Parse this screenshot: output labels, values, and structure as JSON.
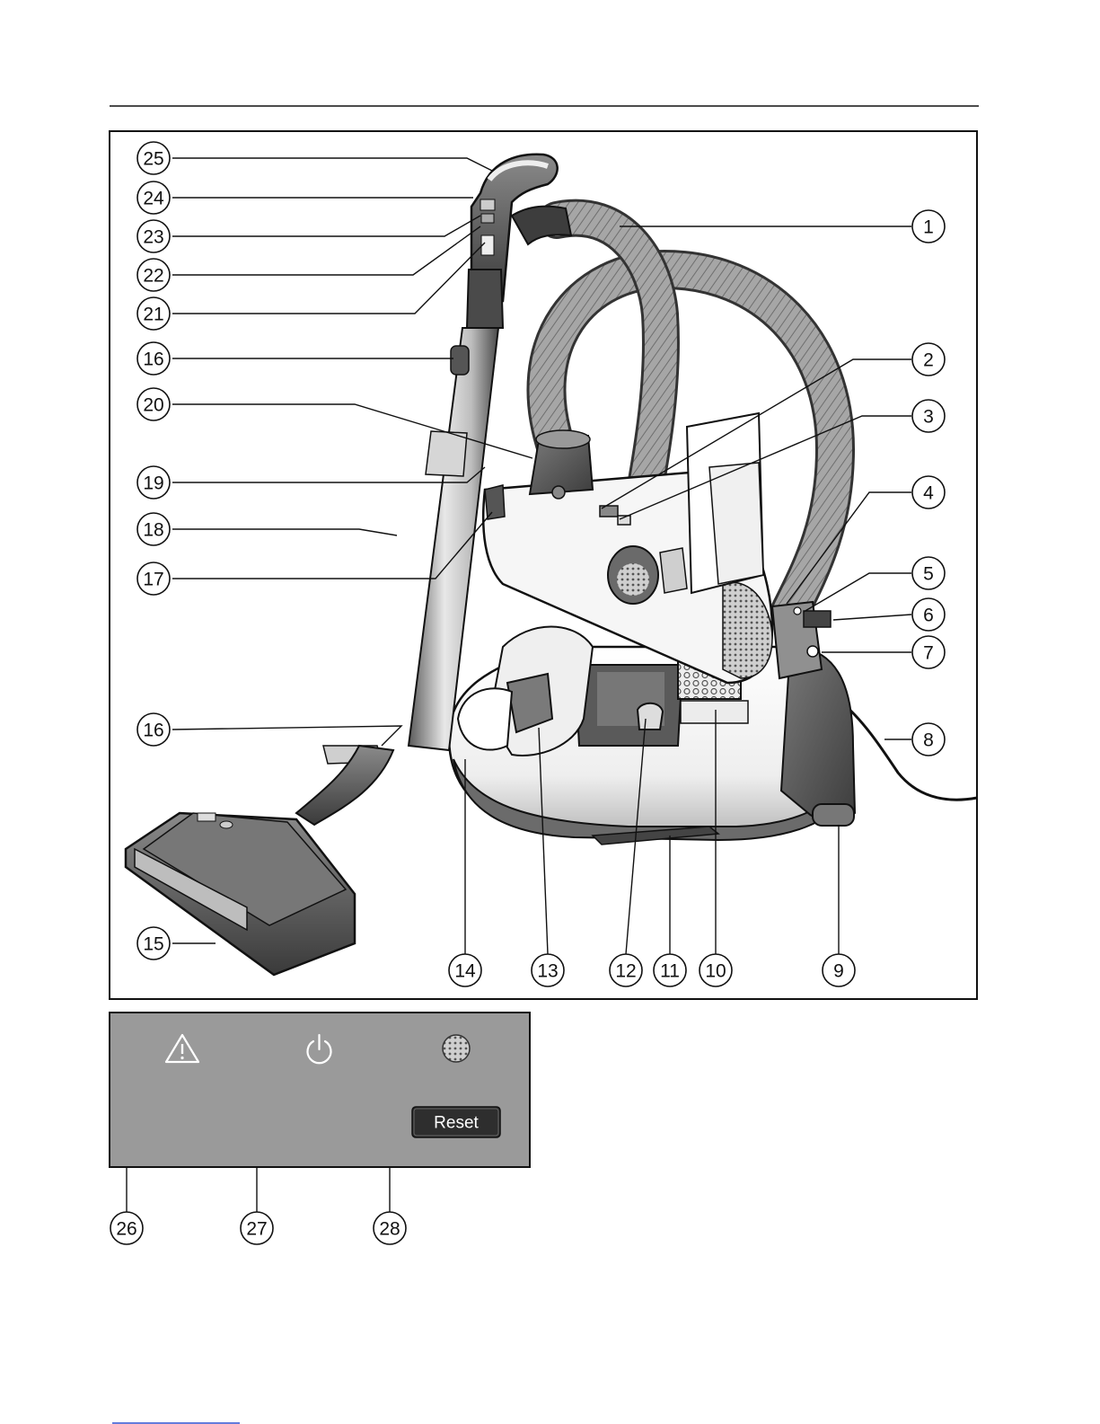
{
  "callouts": {
    "c1": "1",
    "c2": "2",
    "c3": "3",
    "c4": "4",
    "c5": "5",
    "c6": "6",
    "c7": "7",
    "c8": "8",
    "c9": "9",
    "c10": "10",
    "c11": "11",
    "c12": "12",
    "c13": "13",
    "c14": "14",
    "c15": "15",
    "c16a": "16",
    "c16b": "16",
    "c17": "17",
    "c18": "18",
    "c19": "19",
    "c20": "20",
    "c21": "21",
    "c22": "22",
    "c23": "23",
    "c24": "24",
    "c25": "25",
    "c26": "26",
    "c27": "27",
    "c28": "28"
  },
  "control_panel": {
    "reset_label": "Reset",
    "icons": [
      "warning-icon",
      "power-icon",
      "filter-icon"
    ],
    "panel_color": "#9a9a9a"
  },
  "colors": {
    "line": "#111111",
    "body_light": "#f4f4f4",
    "body_shadow": "#cfcfcf",
    "hose": "#9c9c9c",
    "dark_grey": "#555555",
    "footer_link": "#3050d0"
  }
}
